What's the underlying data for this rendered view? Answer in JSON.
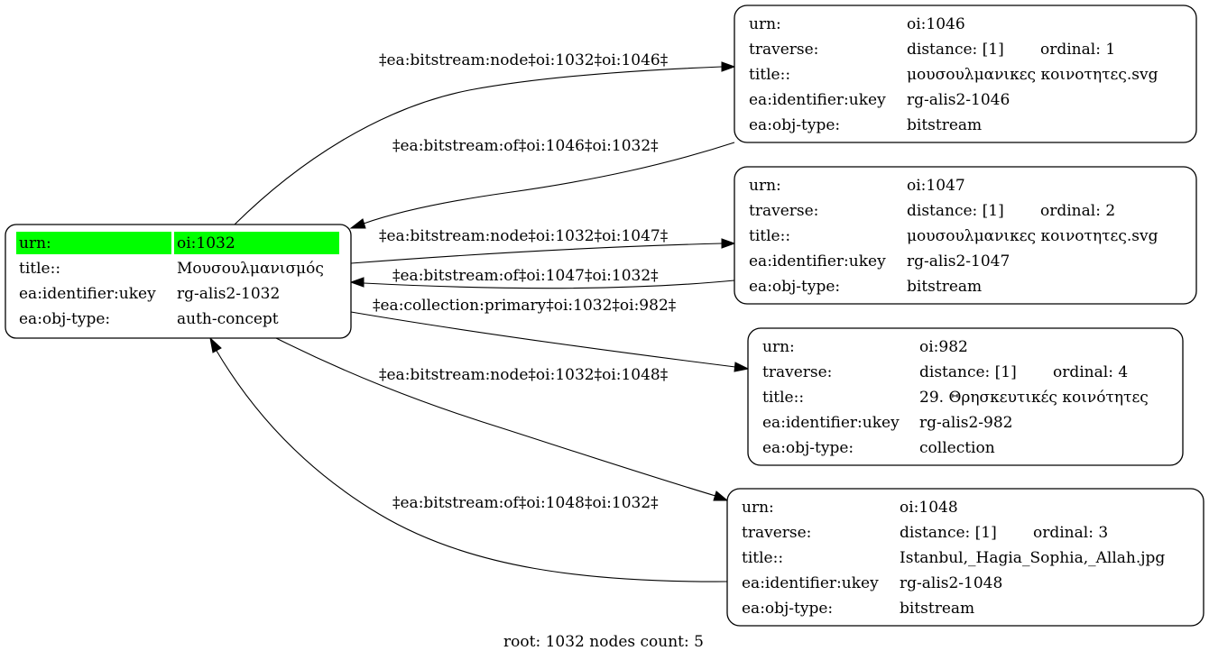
{
  "root_node": {
    "urn_key": "urn:",
    "urn": "oi:1032",
    "title_key": "title::",
    "title": "Μουσουλμανισμός",
    "ukey_key": "ea:identifier:ukey",
    "ukey": "rg-alis2-1032",
    "type_key": "ea:obj-type:",
    "type": "auth-concept"
  },
  "nodes": [
    {
      "urn_key": "urn:",
      "urn": "oi:1046",
      "traverse_key": "traverse:",
      "distance": "distance: [1]",
      "ordinal": "ordinal: 1",
      "title_key": "title::",
      "title": "μουσουλμανικες κοινοτητες.svg",
      "ukey_key": "ea:identifier:ukey",
      "ukey": "rg-alis2-1046",
      "type_key": "ea:obj-type:",
      "type": "bitstream"
    },
    {
      "urn_key": "urn:",
      "urn": "oi:1047",
      "traverse_key": "traverse:",
      "distance": "distance: [1]",
      "ordinal": "ordinal: 2",
      "title_key": "title::",
      "title": "μουσουλμανικες κοινοτητες.svg",
      "ukey_key": "ea:identifier:ukey",
      "ukey": "rg-alis2-1047",
      "type_key": "ea:obj-type:",
      "type": "bitstream"
    },
    {
      "urn_key": "urn:",
      "urn": "oi:982",
      "traverse_key": "traverse:",
      "distance": "distance: [1]",
      "ordinal": "ordinal: 4",
      "title_key": "title::",
      "title": "29. Θρησκευτικές κοινότητες",
      "ukey_key": "ea:identifier:ukey",
      "ukey": "rg-alis2-982",
      "type_key": "ea:obj-type:",
      "type": "collection"
    },
    {
      "urn_key": "urn:",
      "urn": "oi:1048",
      "traverse_key": "traverse:",
      "distance": "distance: [1]",
      "ordinal": "ordinal: 3",
      "title_key": "title::",
      "title": "Istanbul,_Hagia_Sophia,_Allah.jpg",
      "ukey_key": "ea:identifier:ukey",
      "ukey": "rg-alis2-1048",
      "type_key": "ea:obj-type:",
      "type": "bitstream"
    }
  ],
  "edges": [
    "‡ea:bitstream:node‡oi:1032‡oi:1046‡",
    "‡ea:bitstream:of‡oi:1046‡oi:1032‡",
    "‡ea:bitstream:node‡oi:1032‡oi:1047‡",
    "‡ea:bitstream:of‡oi:1047‡oi:1032‡",
    "‡ea:collection:primary‡oi:1032‡oi:982‡",
    "‡ea:bitstream:node‡oi:1032‡oi:1048‡",
    "‡ea:bitstream:of‡oi:1048‡oi:1032‡"
  ],
  "caption": "root: 1032 nodes count: 5",
  "colors": {
    "highlight": "#00ff00",
    "stroke": "#000000",
    "background": "#ffffff"
  }
}
